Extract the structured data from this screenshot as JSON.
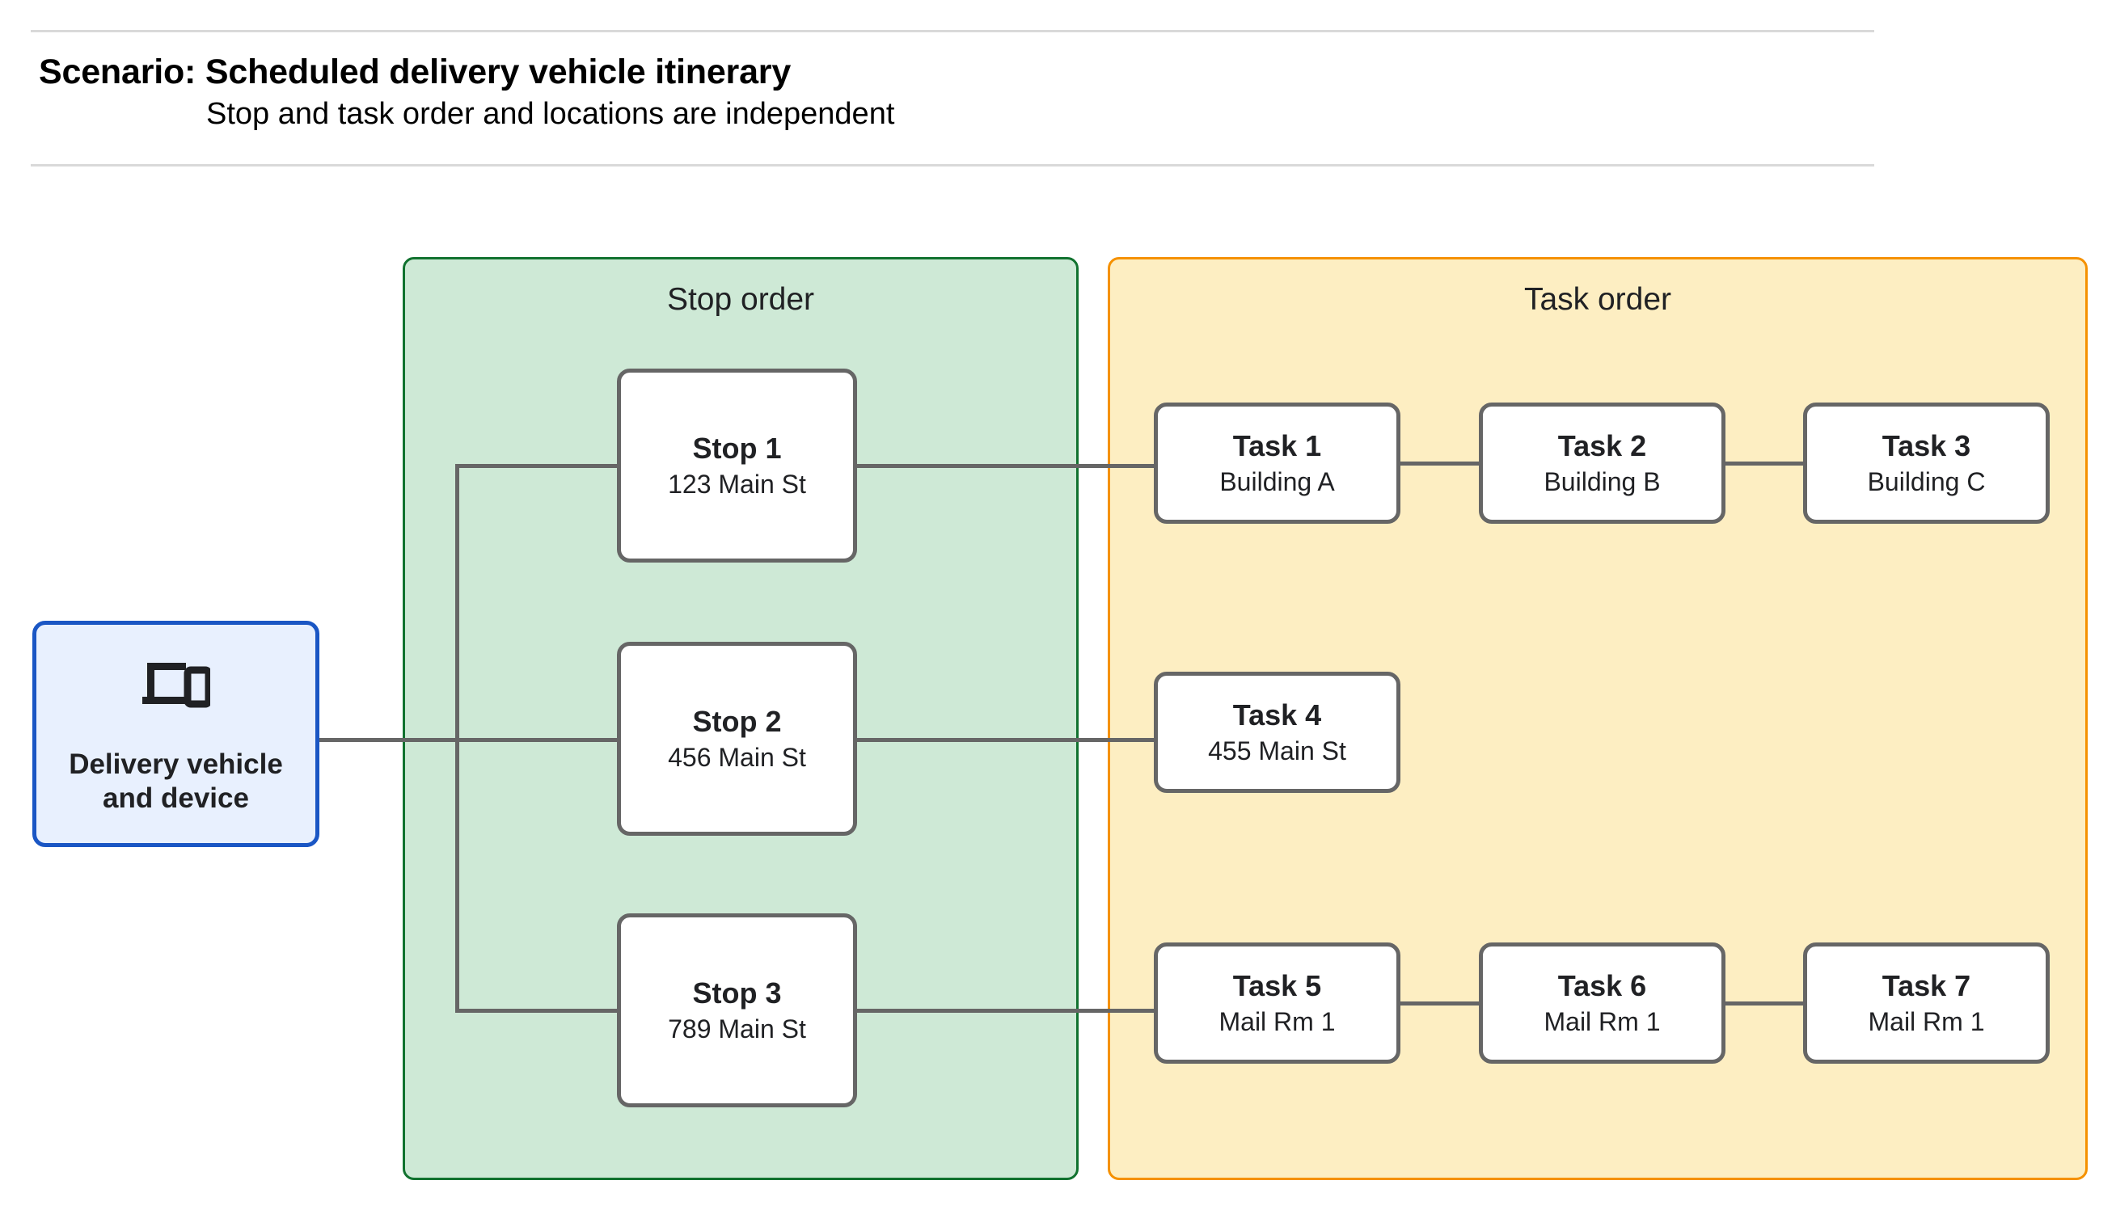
{
  "header": {
    "title": "Scenario: Scheduled delivery vehicle itinerary",
    "subtitle": "Stop and task order and locations are independent"
  },
  "vehicle": {
    "label": "Delivery vehicle\nand device",
    "icon": "devices-icon",
    "border_color": "#1a56c4",
    "fill_color": "#e8f0fe"
  },
  "panels": {
    "stop": {
      "title": "Stop order",
      "border_color": "#11722f",
      "fill_color": "#cee9d6"
    },
    "task": {
      "title": "Task order",
      "border_color": "#f59100",
      "fill_color": "#fdeec2"
    }
  },
  "stops": [
    {
      "title": "Stop 1",
      "location": "123 Main St"
    },
    {
      "title": "Stop 2",
      "location": "456 Main St"
    },
    {
      "title": "Stop 3",
      "location": "789 Main St"
    }
  ],
  "tasks": [
    {
      "title": "Task 1",
      "location": "Building A"
    },
    {
      "title": "Task 2",
      "location": "Building B"
    },
    {
      "title": "Task 3",
      "location": "Building C"
    },
    {
      "title": "Task 4",
      "location": "455 Main St"
    },
    {
      "title": "Task 5",
      "location": "Mail Rm 1"
    },
    {
      "title": "Task 6",
      "location": "Mail Rm 1"
    },
    {
      "title": "Task 7",
      "location": "Mail Rm 1"
    }
  ],
  "connector_color": "#666666",
  "rule_color": "#d9d9d9"
}
